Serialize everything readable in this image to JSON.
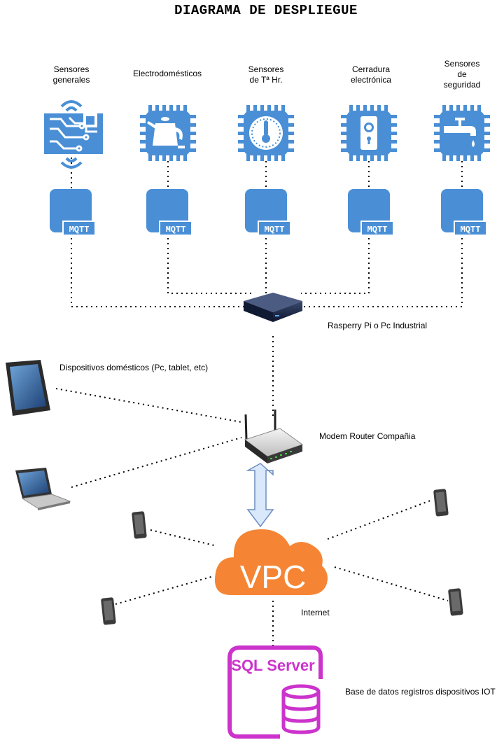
{
  "title": "DIAGRAMA DE DESPLIEGUE",
  "sensors": [
    {
      "line1": "Sensores",
      "line2": "generales",
      "line3": "",
      "icon": "circuit-icon"
    },
    {
      "line1": "Electrodomésticos",
      "line2": "",
      "line3": "",
      "icon": "kettle-chip-icon"
    },
    {
      "line1": "Sensores",
      "line2": "de Tª Hr.",
      "line3": "",
      "icon": "thermometer-chip-icon"
    },
    {
      "line1": "Cerradura",
      "line2": "electrónica",
      "line3": "",
      "icon": "lock-chip-icon"
    },
    {
      "line1": "Sensores",
      "line2": "de",
      "line3": "seguridad",
      "icon": "faucet-chip-icon"
    }
  ],
  "mqtt_label": "MQTT",
  "hub_label": "Rasperry Pi o Pc Industrial",
  "devices_label": "Dispositivos domésticos (Pc, tablet, etc)",
  "router_label": "Modem Router Compañia",
  "cloud_text": "VPC",
  "internet_label": "Internet",
  "sql_text": "SQL Server",
  "db_label": "Base de datos registros dispositivos IOT",
  "colors": {
    "chip_blue": "#4a8fd6",
    "mqtt_blue": "#4a8fd6",
    "cloud_orange": "#f58534",
    "sql_magenta": "#cc33cc",
    "arrow_fill": "#dae8fc",
    "arrow_stroke": "#6c8ebf"
  }
}
